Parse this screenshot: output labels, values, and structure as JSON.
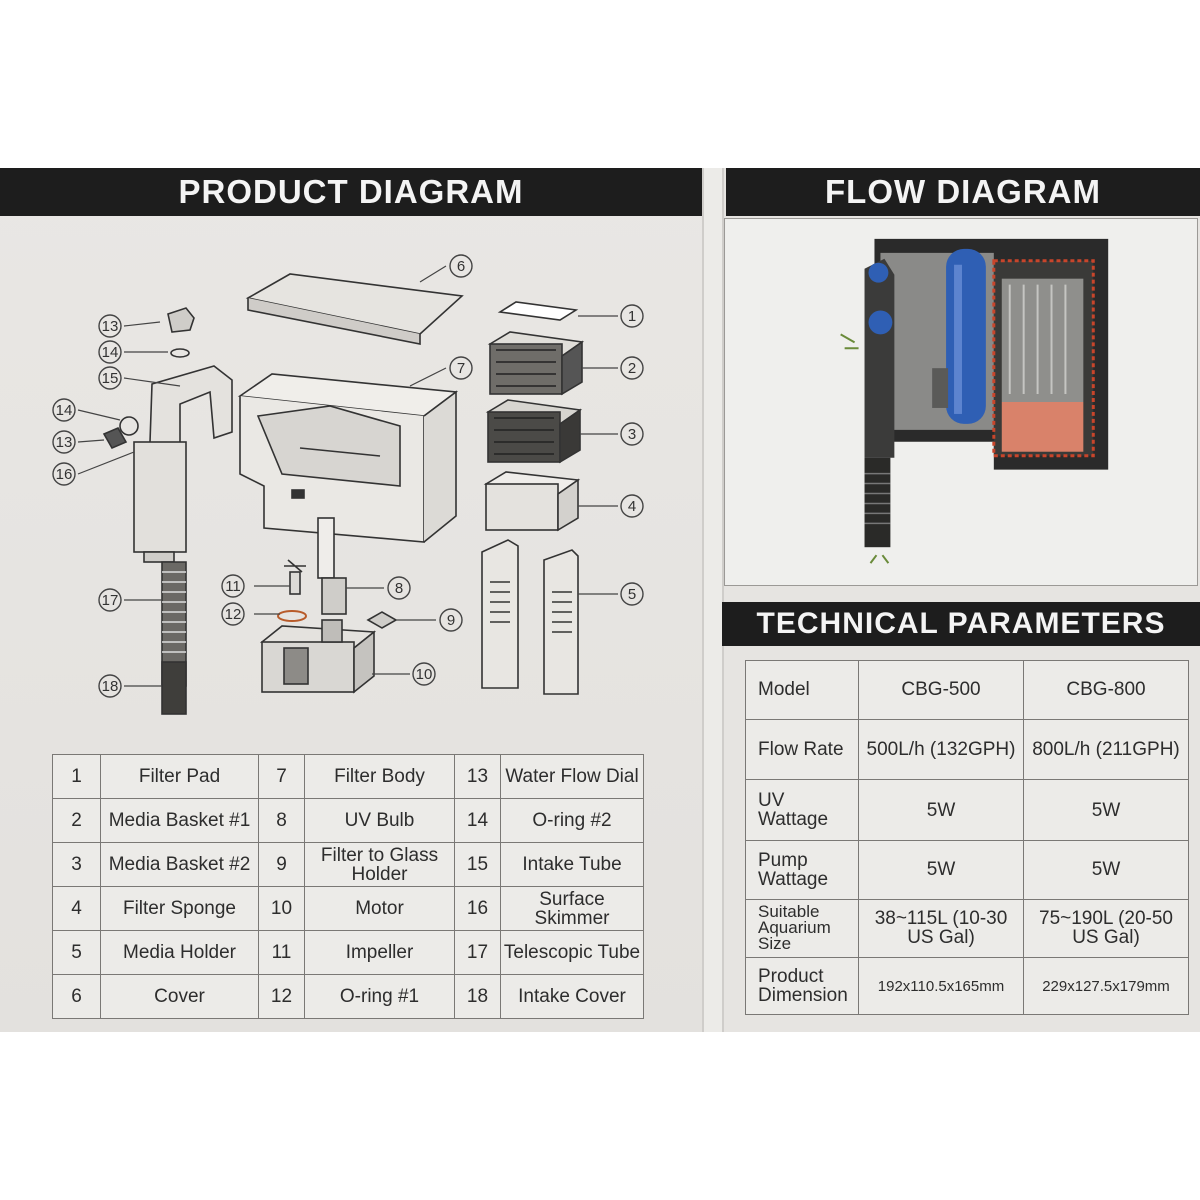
{
  "headers": {
    "product_diagram": "PRODUCT DIAGRAM",
    "flow_diagram": "FLOW DIAGRAM",
    "technical_parameters": "TECHNICAL PARAMETERS"
  },
  "callouts": [
    "1",
    "2",
    "3",
    "4",
    "5",
    "6",
    "7",
    "8",
    "9",
    "10",
    "11",
    "12",
    "13",
    "14",
    "15",
    "16",
    "17",
    "18"
  ],
  "parts": [
    [
      {
        "num": "1",
        "name": "Filter Pad"
      },
      {
        "num": "7",
        "name": "Filter Body"
      },
      {
        "num": "13",
        "name": "Water Flow Dial"
      }
    ],
    [
      {
        "num": "2",
        "name": "Media Basket #1"
      },
      {
        "num": "8",
        "name": "UV Bulb"
      },
      {
        "num": "14",
        "name": "O-ring #2"
      }
    ],
    [
      {
        "num": "3",
        "name": "Media Basket #2"
      },
      {
        "num": "9",
        "name": "Filter to Glass Holder"
      },
      {
        "num": "15",
        "name": "Intake Tube"
      }
    ],
    [
      {
        "num": "4",
        "name": "Filter Sponge"
      },
      {
        "num": "10",
        "name": "Motor"
      },
      {
        "num": "16",
        "name": "Surface Skimmer"
      }
    ],
    [
      {
        "num": "5",
        "name": "Media Holder"
      },
      {
        "num": "11",
        "name": "Impeller"
      },
      {
        "num": "17",
        "name": "Telescopic Tube"
      }
    ],
    [
      {
        "num": "6",
        "name": "Cover"
      },
      {
        "num": "12",
        "name": "O-ring #1"
      },
      {
        "num": "18",
        "name": "Intake Cover"
      }
    ]
  ],
  "tech": {
    "model_label": "Model",
    "models": [
      "CBG-500",
      "CBG-800"
    ],
    "rows": [
      {
        "label": "Flow Rate",
        "values": [
          "500L/h (132GPH)",
          "800L/h (211GPH)"
        ]
      },
      {
        "label": "UV Wattage",
        "values": [
          "5W",
          "5W"
        ]
      },
      {
        "label": "Pump Wattage",
        "values": [
          "5W",
          "5W"
        ]
      },
      {
        "label": "Suitable Aquarium Size",
        "values": [
          "38~115L (10-30 US Gal)",
          "75~190L (20-50 US Gal)"
        ]
      },
      {
        "label": "Product Dimension",
        "values": [
          "192x110.5x165mm",
          "229x127.5x179mm"
        ]
      }
    ]
  },
  "colors": {
    "header_bg": "#1d1d1d",
    "header_text": "#f4f4f4",
    "flow_blue": "#2f5fb4",
    "flow_red": "#c8452b"
  }
}
